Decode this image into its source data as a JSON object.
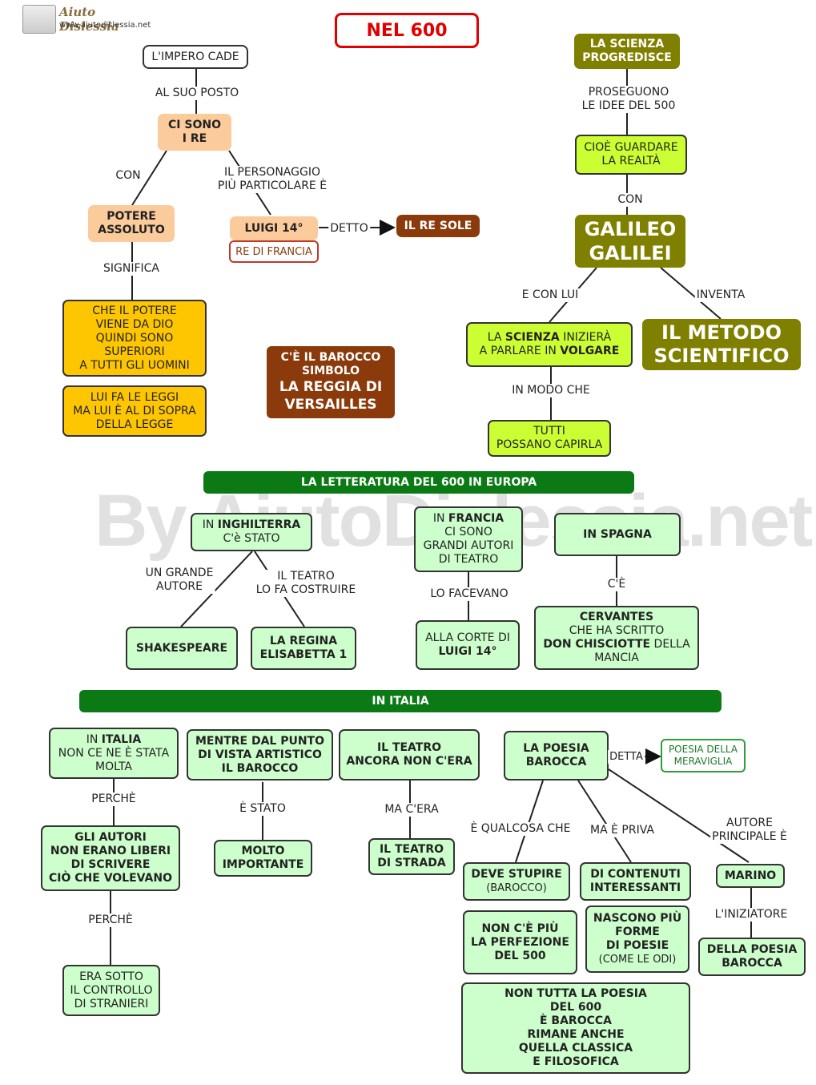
{
  "logo": {
    "name": "Aiuto Dislessia",
    "url": "www.aiutodislessia.net"
  },
  "title": "NEL 600",
  "watermark": "By AiutoDislessia.net",
  "nodes": {
    "impero": "L'IMPERO CADE",
    "re1": "CI SONO",
    "re2": "I RE",
    "potere1": "POTERE",
    "potere2": "ASSOLUTO",
    "luigi": "LUIGI 14°",
    "resole": "IL RE SOLE",
    "refrancia": "RE DI FRANCIA",
    "dio1": "CHE IL POTERE",
    "dio2": "VIENE DA DIO",
    "dio3": "QUINDI SONO",
    "dio4": "SUPERIORI",
    "dio5": "A TUTTI GLI UOMINI",
    "leggi1": "LUI FA LE LEGGI",
    "leggi2": "MA LUI È AL DI SOPRA",
    "leggi3": "DELLA LEGGE",
    "barocco1": "C'È IL BAROCCO",
    "barocco2": "SIMBOLO",
    "barocco3": "LA REGGIA DI",
    "barocco4": "VERSAILLES",
    "scienza1": "LA SCIENZA",
    "scienza2": "PROGREDISCE",
    "guardare1": "CIOÈ GUARDARE",
    "guardare2": "LA REALTÀ",
    "galileo1": "GALILEO",
    "galileo2": "GALILEI",
    "volgare_a": "LA ",
    "volgare_b": "SCIENZA",
    "volgare_c": " INIZIERÀ",
    "volgare_d": "A PARLARE IN ",
    "volgare_e": "VOLGARE",
    "metodo1": "IL METODO",
    "metodo2": "SCIENTIFICO",
    "capirla1": "TUTTI",
    "capirla2": "POSSANO CAPIRLA",
    "bar_europa": "LA LETTERATURA DEL 600 IN EUROPA",
    "ingh_a": "IN ",
    "ingh_b": "INGHILTERRA",
    "ingh_c": "C'è STATO",
    "francia_a": "IN ",
    "francia_b": "FRANCIA",
    "francia_c": "CI SONO",
    "francia_d": "GRANDI AUTORI",
    "francia_e": "DI TEATRO",
    "spagna": "IN SPAGNA",
    "shakespeare": "SHAKESPEARE",
    "elisabetta1": "LA REGINA",
    "elisabetta2": "ELISABETTA 1",
    "corte1": "ALLA CORTE DI",
    "corte2": "LUIGI 14°",
    "cervantes1": "CERVANTES",
    "cervantes2": "CHE HA SCRITTO",
    "cervantes3": "DON CHISCIOTTE",
    "cervantes4": " DELLA",
    "cervantes5": "MANCIA",
    "bar_italia": "IN ITALIA",
    "italia_a": "IN ",
    "italia_b": "ITALIA",
    "italia_c": "NON CE NE È STATA",
    "italia_d": "MOLTA",
    "artistico1": "MENTRE DAL PUNTO",
    "artistico2": "DI VISTA ARTISTICO",
    "artistico3": "IL BAROCCO",
    "teatro1": "IL TEATRO",
    "teatro2": "ANCORA NON C'ERA",
    "poesia1": "LA POESIA",
    "poesia2": "BAROCCA",
    "meraviglia1": "POESIA DELLA",
    "meraviglia2": "MERAVIGLIA",
    "liberi1": "GLI AUTORI",
    "liberi2": "NON ERANO LIBERI",
    "liberi3": "DI SCRIVERE",
    "liberi4": "CIÒ CHE VOLEVANO",
    "importante1": "MOLTO",
    "importante2": "IMPORTANTE",
    "strada1": "IL TEATRO",
    "strada2": "DI STRADA",
    "stupire1": "DEVE STUPIRE",
    "stupire2": "(BAROCCO)",
    "contenuti1": "DI CONTENUTI",
    "contenuti2": "INTERESSANTI",
    "marino": "MARINO",
    "perfezione1": "NON C'È PIÙ",
    "perfezione2": "LA PERFEZIONE",
    "perfezione3": "DEL 500",
    "forme1": "NASCONO PIÙ",
    "forme2": "FORME",
    "forme3": "DI POESIE",
    "forme4": "(COME LE ODI)",
    "dellapoesia1": "DELLA POESIA",
    "dellapoesia2": "BAROCCA",
    "stranieri1": "ERA SOTTO",
    "stranieri2": "IL CONTROLLO",
    "stranieri3": "DI STRANIERI",
    "classica1": "NON TUTTA LA POESIA",
    "classica2": "DEL 600",
    "classica3": "È BAROCCA",
    "classica4": "RIMANE ANCHE",
    "classica5": "QUELLA CLASSICA",
    "classica6": "E FILOSOFICA"
  },
  "labels": {
    "alsuoposto": "AL SUO POSTO",
    "con1": "CON",
    "personaggio1": "IL PERSONAGGIO",
    "personaggio2": "PIÙ PARTICOLARE È",
    "detto": "DETTO",
    "significa": "SIGNIFICA",
    "proseguono1": "PROSEGUONO",
    "proseguono2": "LE IDEE DEL 500",
    "con2": "CON",
    "econlui": "E CON LUI",
    "inventa": "INVENTA",
    "inmodoche": "IN MODO CHE",
    "grandeautore1": "UN GRANDE",
    "grandeautore2": "AUTORE",
    "costruire1": "IL TEATRO",
    "costruire2": "LO FA COSTRUIRE",
    "lofacevano": "LO FACEVANO",
    "ce": "C'È",
    "perche1": "PERCHÈ",
    "estato": "È STATO",
    "macera": "MA C'ERA",
    "detta": "DETTA",
    "qualcosa": "È QUALCOSA CHE",
    "mapriva": "MA È PRIVA",
    "autore1": "AUTORE",
    "autore2": "PRINCIPALE È",
    "iniziatore": "L'INIZIATORE",
    "perche2": "PERCHÈ"
  },
  "colors": {
    "title_border": "#e00000",
    "peach": "#fbcb9c",
    "yellow": "#fdc600",
    "lime": "#ccff33",
    "olive": "#808000",
    "brown": "#8b3a0c",
    "light_green": "#ccffcc",
    "dark_green": "#0b7a14"
  }
}
